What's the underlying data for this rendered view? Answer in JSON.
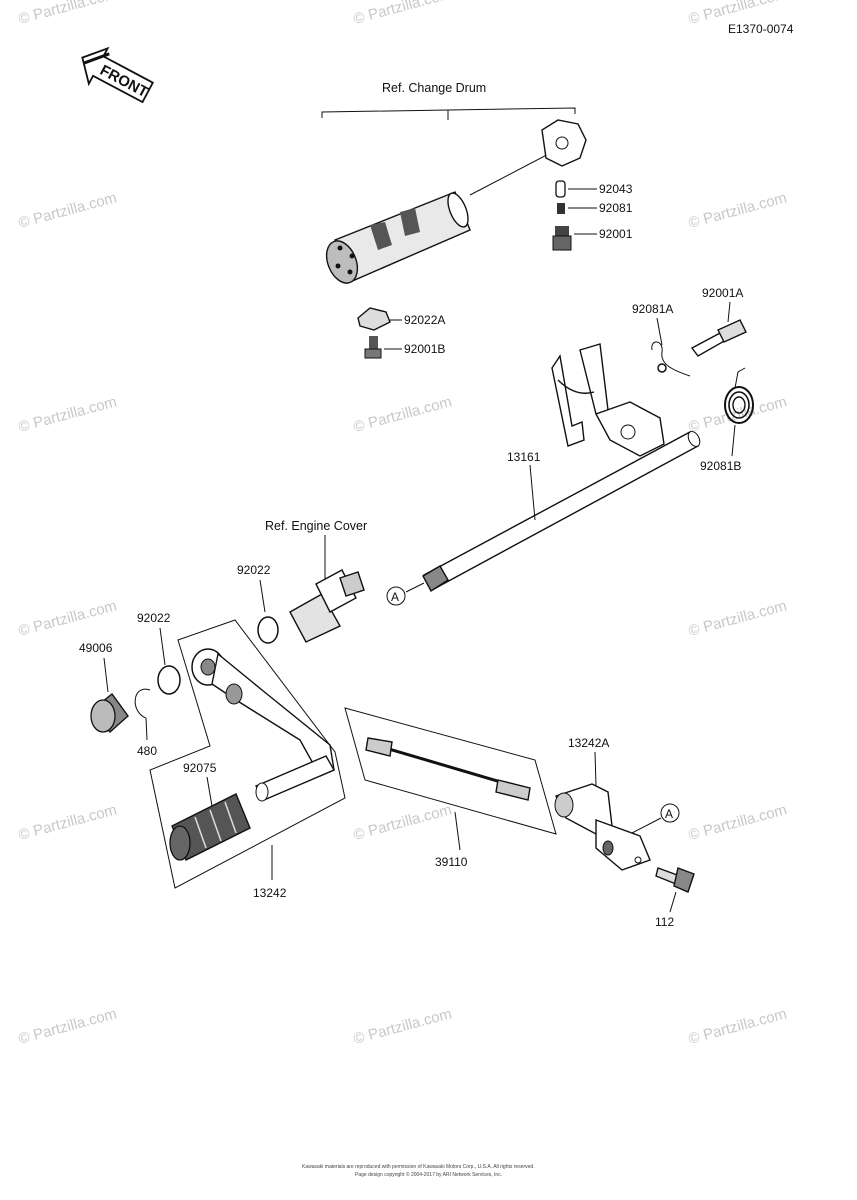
{
  "diagram_id": "E1370-0074",
  "front_label": "FRONT",
  "refs": {
    "change_drum": "Ref. Change Drum",
    "engine_cover": "Ref. Engine Cover"
  },
  "parts": {
    "p92043": "92043",
    "p92081": "92081",
    "p92001": "92001",
    "p92001A": "92001A",
    "p92081A": "92081A",
    "p92022A": "92022A",
    "p92001B": "92001B",
    "p13161": "13161",
    "p92081B": "92081B",
    "p92022_top": "92022",
    "p92022_mid": "92022",
    "p49006": "49006",
    "p480": "480",
    "p92075": "92075",
    "p13242": "13242",
    "p39110": "39110",
    "p13242A": "13242A",
    "p112": "112"
  },
  "markers": {
    "a1": "A",
    "a2": "A"
  },
  "watermark": "© Partzilla.com",
  "footer": {
    "line1": "Kawasaki materials are reproduced with permission of Kawasaki Motors Corp., U.S.A. All rights reserved.",
    "line2": "Page design copyright © 2004-2017 by ARI Network Services, Inc."
  }
}
